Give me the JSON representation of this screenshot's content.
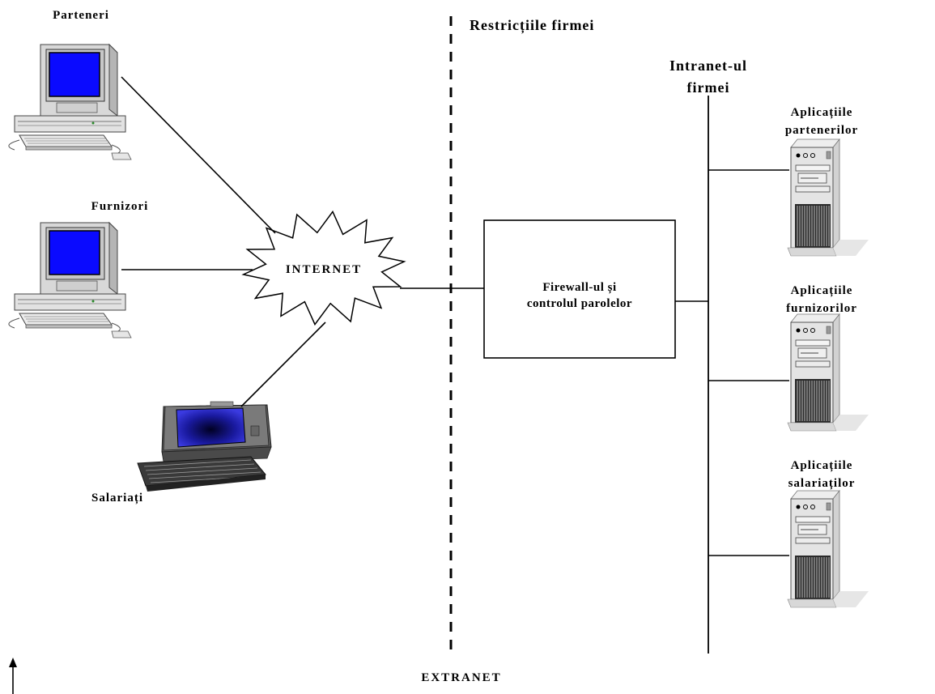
{
  "labels": {
    "parteneri": "Parteneri",
    "furnizori": "Furnizori",
    "salariati": "Salariați",
    "internet": "INTERNET",
    "restrictii": "Restricțiile firmei",
    "intranet_line1": "Intranet-ul",
    "intranet_line2": "firmei",
    "firewall_line1": "Firewall-ul și",
    "firewall_line2": "controlul parolelor",
    "server1_line1": "Aplicațiile",
    "server1_line2": "partenerilor",
    "server2_line1": "Aplicațiile",
    "server2_line2": "furnizorilor",
    "server3_line1": "Aplicațiile",
    "server3_line2": "salariaților",
    "extranet": "EXTRANET"
  },
  "icons": {
    "desktop": "desktop-computer-icon",
    "laptop": "laptop-icon",
    "server": "tower-server-icon",
    "cloud": "internet-starburst-icon"
  },
  "colors": {
    "screen": "#0000ff",
    "case": "#dcdcdc",
    "line": "#000000"
  }
}
